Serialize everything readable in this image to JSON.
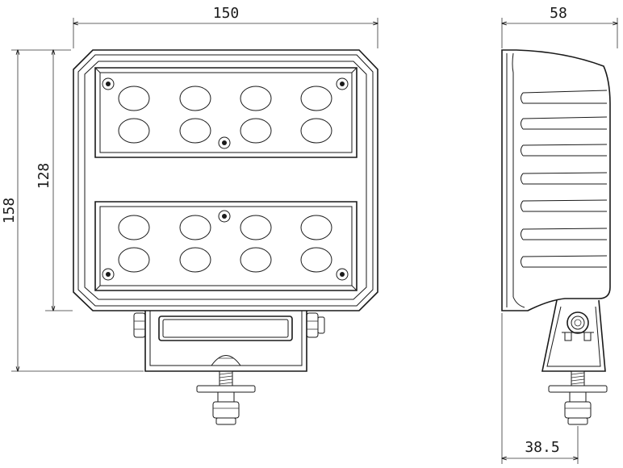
{
  "dimensions": {
    "front_width": "150",
    "front_height_overall": "158",
    "front_height_housing": "128",
    "side_depth": "58",
    "side_bracket_offset": "38.5"
  },
  "colors": {
    "line": "#1a1a1a",
    "background": "#ffffff"
  }
}
